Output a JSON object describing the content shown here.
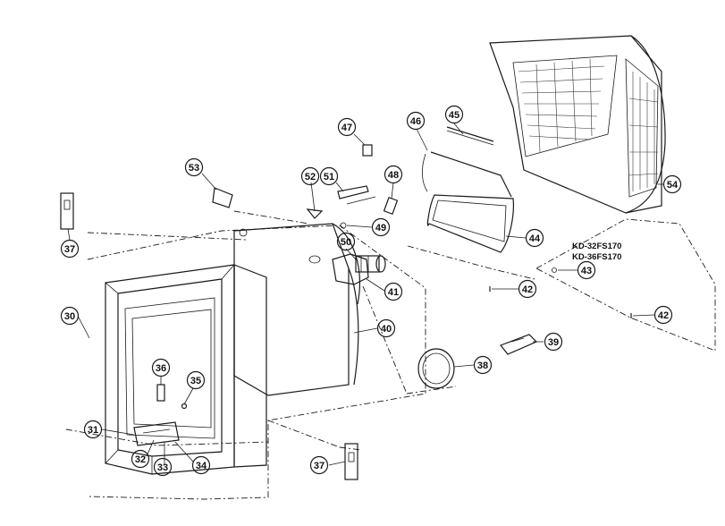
{
  "model_notes": [
    "KD-32FS170",
    "KD-36FS170"
  ],
  "callouts": {
    "c30": "30",
    "c31": "31",
    "c32": "32",
    "c33": "33",
    "c34": "34",
    "c35": "35",
    "c36": "36",
    "c37a": "37",
    "c37b": "37",
    "c38": "38",
    "c39": "39",
    "c40": "40",
    "c41": "41",
    "c42a": "42",
    "c42b": "42",
    "c43": "43",
    "c44": "44",
    "c45": "45",
    "c46": "46",
    "c47": "47",
    "c48": "48",
    "c49": "49",
    "c50": "50",
    "c51": "51",
    "c52": "52",
    "c53": "53",
    "c54": "54"
  },
  "colors": {
    "ink": "#1a1a1a",
    "paper": "#ffffff"
  }
}
